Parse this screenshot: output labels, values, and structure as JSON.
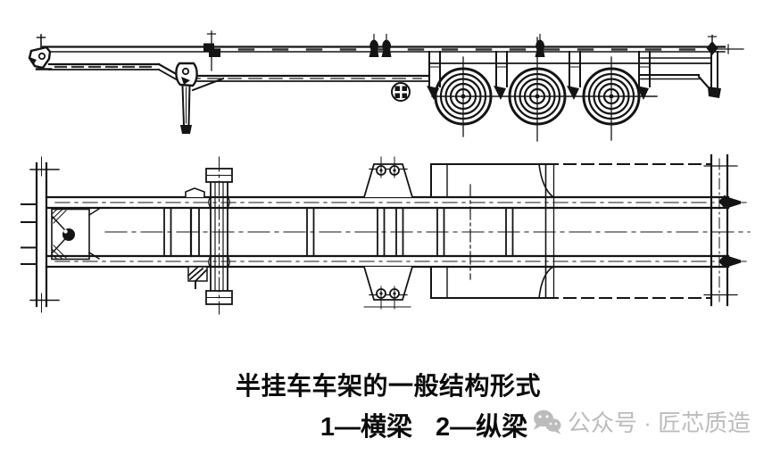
{
  "caption": {
    "title": "半挂车车架的一般结构形式",
    "legend": [
      "1—横梁",
      "2—纵梁"
    ]
  },
  "watermark": {
    "icon": "wechat-icon",
    "text": "公众号 · 匠芯质造",
    "color": "#bcbcbc"
  },
  "diagram": {
    "line_color": "#141414",
    "background": "#ffffff"
  }
}
